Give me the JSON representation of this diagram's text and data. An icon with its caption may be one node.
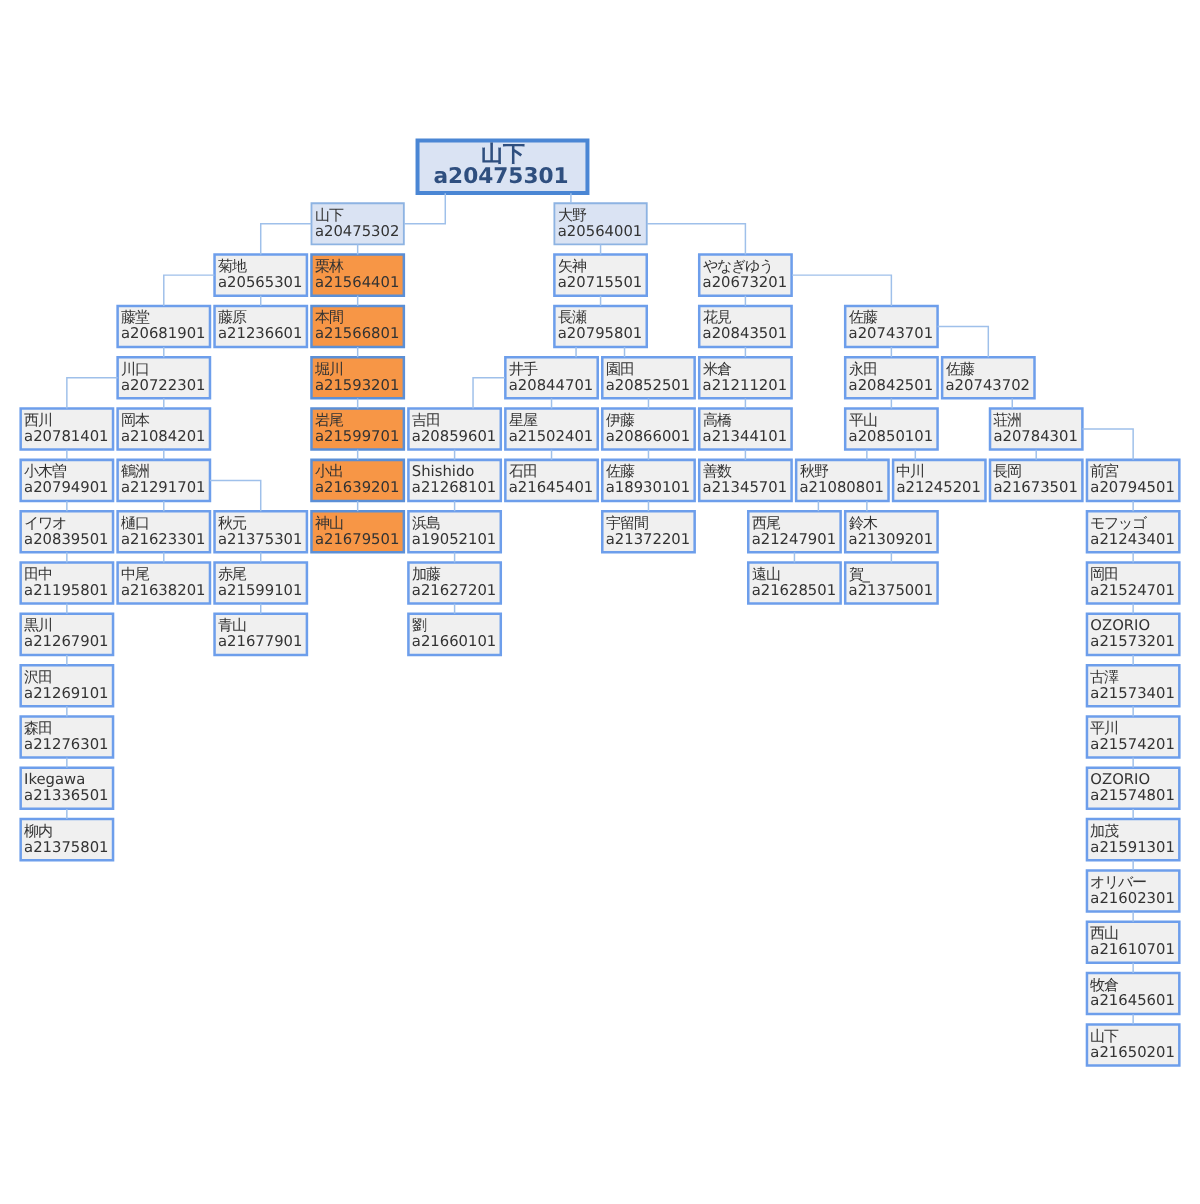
{
  "diagram": {
    "nodes": [
      {
        "text": [
          "山下",
          "a20475301"
        ]
      },
      {
        "text": [
          "山下",
          "a20475302"
        ]
      },
      {
        "text": [
          "菊地",
          "a20565301"
        ]
      },
      {
        "text": [
          "藤堂",
          "a20681901"
        ]
      },
      {
        "text": [
          "川口",
          "a20722301"
        ]
      },
      {
        "text": [
          "西川",
          "a20781401"
        ]
      },
      {
        "text": [
          "小木曽",
          "a20794901"
        ]
      },
      {
        "text": [
          "イワオ",
          "a20839501"
        ]
      },
      {
        "text": [
          "田中",
          "a21195801"
        ]
      },
      {
        "text": [
          "黒川",
          "a21267901"
        ]
      },
      {
        "text": [
          "沢田",
          "a21269101"
        ]
      },
      {
        "text": [
          "森田",
          "a21276301"
        ]
      },
      {
        "text": [
          "Ikegawa",
          "a21336501"
        ]
      },
      {
        "text": [
          "柳内",
          "a21375801"
        ]
      },
      {
        "text": [
          "岡本",
          "a21084201"
        ]
      },
      {
        "text": [
          "鶴洲",
          "a21291701"
        ]
      },
      {
        "text": [
          "樋口",
          "a21623301"
        ]
      },
      {
        "text": [
          "中尾",
          "a21638201"
        ]
      },
      {
        "text": [
          "秋元",
          "a21375301"
        ]
      },
      {
        "text": [
          "赤尾",
          "a21599101"
        ]
      },
      {
        "text": [
          "青山",
          "a21677901"
        ]
      },
      {
        "text": [
          "藤原",
          "a21236601"
        ]
      },
      {
        "text": [
          "栗林",
          "a21564401"
        ]
      },
      {
        "text": [
          "本間",
          "a21566801"
        ]
      },
      {
        "text": [
          "堀川",
          "a21593201"
        ]
      },
      {
        "text": [
          "岩尾",
          "a21599701"
        ]
      },
      {
        "text": [
          "小出",
          "a21639201"
        ]
      },
      {
        "text": [
          "神山",
          "a21679501"
        ]
      },
      {
        "text": [
          "大野",
          "a20564001"
        ]
      },
      {
        "text": [
          "矢神",
          "a20715501"
        ]
      },
      {
        "text": [
          "長瀬",
          "a20795801"
        ]
      },
      {
        "text": [
          "井手",
          "a20844701"
        ]
      },
      {
        "text": [
          "吉田",
          "a20859601"
        ]
      },
      {
        "text": [
          "Shishido",
          "a21268101"
        ]
      },
      {
        "text": [
          "浜島",
          "a19052101"
        ]
      },
      {
        "text": [
          "加藤",
          "a21627201"
        ]
      },
      {
        "text": [
          "劉",
          "a21660101"
        ]
      },
      {
        "text": [
          "星屋",
          "a21502401"
        ]
      },
      {
        "text": [
          "石田",
          "a21645401"
        ]
      },
      {
        "text": [
          "園田",
          "a20852501"
        ]
      },
      {
        "text": [
          "伊藤",
          "a20866001"
        ]
      },
      {
        "text": [
          "佐藤",
          "a18930101"
        ]
      },
      {
        "text": [
          "宇留間",
          "a21372201"
        ]
      },
      {
        "text": [
          "やなぎゆう",
          "a20673201"
        ]
      },
      {
        "text": [
          "花見",
          "a20843501"
        ]
      },
      {
        "text": [
          "米倉",
          "a21211201"
        ]
      },
      {
        "text": [
          "高橋",
          "a21344101"
        ]
      },
      {
        "text": [
          "善数",
          "a21345701"
        ]
      },
      {
        "text": [
          "佐藤",
          "a20743701"
        ]
      },
      {
        "text": [
          "永田",
          "a20842501"
        ]
      },
      {
        "text": [
          "平山",
          "a20850101"
        ]
      },
      {
        "text": [
          "秋野",
          "a21080801"
        ]
      },
      {
        "text": [
          "西尾",
          "a21247901"
        ]
      },
      {
        "text": [
          "遠山",
          "a21628501"
        ]
      },
      {
        "text": [
          "鈴木",
          "a21309201"
        ]
      },
      {
        "text": [
          "賀_",
          "a21375001"
        ]
      },
      {
        "text": [
          "中川",
          "a21245201"
        ]
      },
      {
        "text": [
          "佐藤",
          "a20743702"
        ]
      },
      {
        "text": [
          "荘洲",
          "a20784301"
        ]
      },
      {
        "text": [
          "長岡",
          "a21673501"
        ]
      },
      {
        "text": [
          "前宮",
          "a20794501"
        ]
      },
      {
        "text": [
          "モフッゴ",
          "a21243401"
        ]
      },
      {
        "text": [
          "岡田",
          "a21524701"
        ]
      },
      {
        "text": [
          "OZORIO",
          "a21573201"
        ]
      },
      {
        "text": [
          "古澤",
          "a21573401"
        ]
      },
      {
        "text": [
          "平川",
          "a21574201"
        ]
      },
      {
        "text": [
          "OZORIO",
          "a21574801"
        ]
      },
      {
        "text": [
          "加茂",
          "a21591301"
        ]
      },
      {
        "text": [
          "オリバー",
          "a21602301"
        ]
      },
      {
        "text": [
          "西山",
          "a21610701"
        ]
      },
      {
        "text": [
          "牧倉",
          "a21645601"
        ]
      },
      {
        "text": [
          "山下",
          "a21650201"
        ]
      }
    ],
    "edges": [
      {
        "from": 0,
        "to": 1,
        "arrow": "none"
      },
      {
        "from": 0,
        "to": 28,
        "arrow": "none"
      },
      {
        "from": 1,
        "to": 2,
        "arrow": "none"
      },
      {
        "from": 1,
        "to": 22,
        "arrow": "none"
      },
      {
        "from": 2,
        "to": 3,
        "arrow": "none"
      },
      {
        "from": 2,
        "to": 21,
        "arrow": "none"
      },
      {
        "from": 3,
        "to": 4,
        "arrow": "none"
      },
      {
        "from": 4,
        "to": 5,
        "arrow": "none"
      },
      {
        "from": 4,
        "to": 14,
        "arrow": "none"
      },
      {
        "from": 5,
        "to": 6,
        "arrow": "none"
      },
      {
        "from": 6,
        "to": 7,
        "arrow": "none"
      },
      {
        "from": 7,
        "to": 8,
        "arrow": "none"
      },
      {
        "from": 8,
        "to": 9,
        "arrow": "none"
      },
      {
        "from": 9,
        "to": 10,
        "arrow": "none"
      },
      {
        "from": 10,
        "to": 11,
        "arrow": "none"
      },
      {
        "from": 11,
        "to": 12,
        "arrow": "none"
      },
      {
        "from": 12,
        "to": 13,
        "arrow": "none"
      },
      {
        "from": 14,
        "to": 15,
        "arrow": "none"
      },
      {
        "from": 15,
        "to": 16,
        "arrow": "none"
      },
      {
        "from": 15,
        "to": 18,
        "arrow": "none"
      },
      {
        "from": 16,
        "to": 17,
        "arrow": "none"
      },
      {
        "from": 18,
        "to": 19,
        "arrow": "none"
      },
      {
        "from": 19,
        "to": 20,
        "arrow": "none"
      },
      {
        "from": 22,
        "to": 23,
        "arrow": "none"
      },
      {
        "from": 23,
        "to": 24,
        "arrow": "none"
      },
      {
        "from": 24,
        "to": 25,
        "arrow": "none"
      },
      {
        "from": 25,
        "to": 26,
        "arrow": "none"
      },
      {
        "from": 26,
        "to": 27,
        "arrow": "none"
      },
      {
        "from": 28,
        "to": 29,
        "arrow": "none"
      },
      {
        "from": 28,
        "to": 43,
        "arrow": "none"
      },
      {
        "from": 29,
        "to": 30,
        "arrow": "none"
      },
      {
        "from": 30,
        "to": 31,
        "arrow": "none"
      },
      {
        "from": 30,
        "to": 39,
        "arrow": "none"
      },
      {
        "from": 31,
        "to": 32,
        "arrow": "none"
      },
      {
        "from": 31,
        "to": 37,
        "arrow": "none"
      },
      {
        "from": 32,
        "to": 33,
        "arrow": "none"
      },
      {
        "from": 33,
        "to": 34,
        "arrow": "none"
      },
      {
        "from": 34,
        "to": 35,
        "arrow": "none"
      },
      {
        "from": 35,
        "to": 36,
        "arrow": "none"
      },
      {
        "from": 37,
        "to": 38,
        "arrow": "none"
      },
      {
        "from": 39,
        "to": 40,
        "arrow": "none"
      },
      {
        "from": 40,
        "to": 41,
        "arrow": "none"
      },
      {
        "from": 41,
        "to": 42,
        "arrow": "none"
      },
      {
        "from": 43,
        "to": 44,
        "arrow": "none"
      },
      {
        "from": 43,
        "to": 48,
        "arrow": "none"
      },
      {
        "from": 44,
        "to": 45,
        "arrow": "none"
      },
      {
        "from": 45,
        "to": 46,
        "arrow": "none"
      },
      {
        "from": 46,
        "to": 47,
        "arrow": "none"
      },
      {
        "from": 48,
        "to": 49,
        "arrow": "none"
      },
      {
        "from": 48,
        "to": 57,
        "arrow": "none"
      },
      {
        "from": 49,
        "to": 50,
        "arrow": "none"
      },
      {
        "from": 50,
        "to": 51,
        "arrow": "none"
      },
      {
        "from": 50,
        "to": 56,
        "arrow": "none"
      },
      {
        "from": 51,
        "to": 52,
        "arrow": "none"
      },
      {
        "from": 51,
        "to": 54,
        "arrow": "none"
      },
      {
        "from": 52,
        "to": 53,
        "arrow": "none"
      },
      {
        "from": 54,
        "to": 55,
        "arrow": "none"
      },
      {
        "from": 57,
        "to": 58,
        "arrow": "none"
      },
      {
        "from": 58,
        "to": 59,
        "arrow": "none"
      },
      {
        "from": 58,
        "to": 60,
        "arrow": "none"
      },
      {
        "from": 60,
        "to": 61,
        "arrow": "none"
      },
      {
        "from": 61,
        "to": 62,
        "arrow": "none"
      },
      {
        "from": 62,
        "to": 63,
        "arrow": "none"
      },
      {
        "from": 63,
        "to": 64,
        "arrow": "none"
      },
      {
        "from": 64,
        "to": 65,
        "arrow": "none"
      },
      {
        "from": 65,
        "to": 66,
        "arrow": "none"
      },
      {
        "from": 66,
        "to": 67,
        "arrow": "none"
      },
      {
        "from": 67,
        "to": 68,
        "arrow": "none"
      },
      {
        "from": 68,
        "to": 69,
        "arrow": "none"
      },
      {
        "from": 69,
        "to": 70,
        "arrow": "none"
      },
      {
        "from": 70,
        "to": 71,
        "arrow": "none"
      }
    ]
  }
}
